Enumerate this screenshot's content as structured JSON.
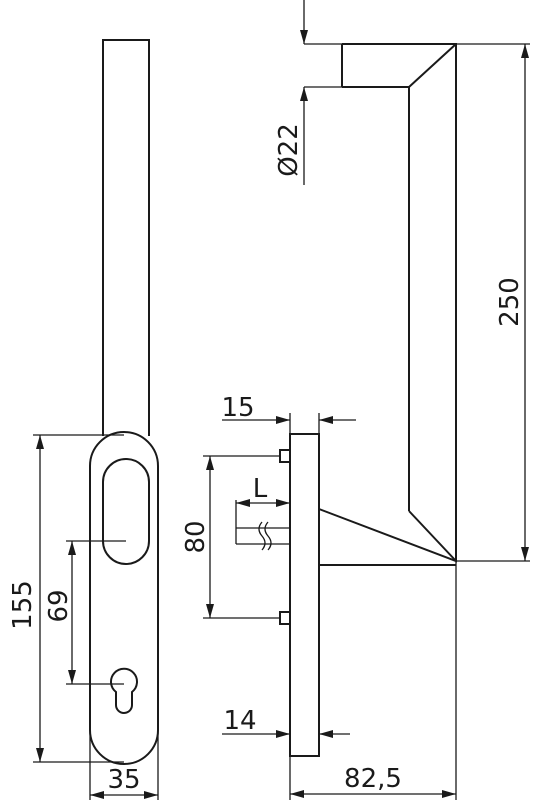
{
  "dimensions": {
    "diameter": "Ø22",
    "length": "250",
    "rose_width": "15",
    "spindle": "L",
    "screw_spacing": "80",
    "plate_length": "155",
    "cylinder_offset": "69",
    "base_thickness": "14",
    "plate_width": "35",
    "projection": "82,5"
  }
}
